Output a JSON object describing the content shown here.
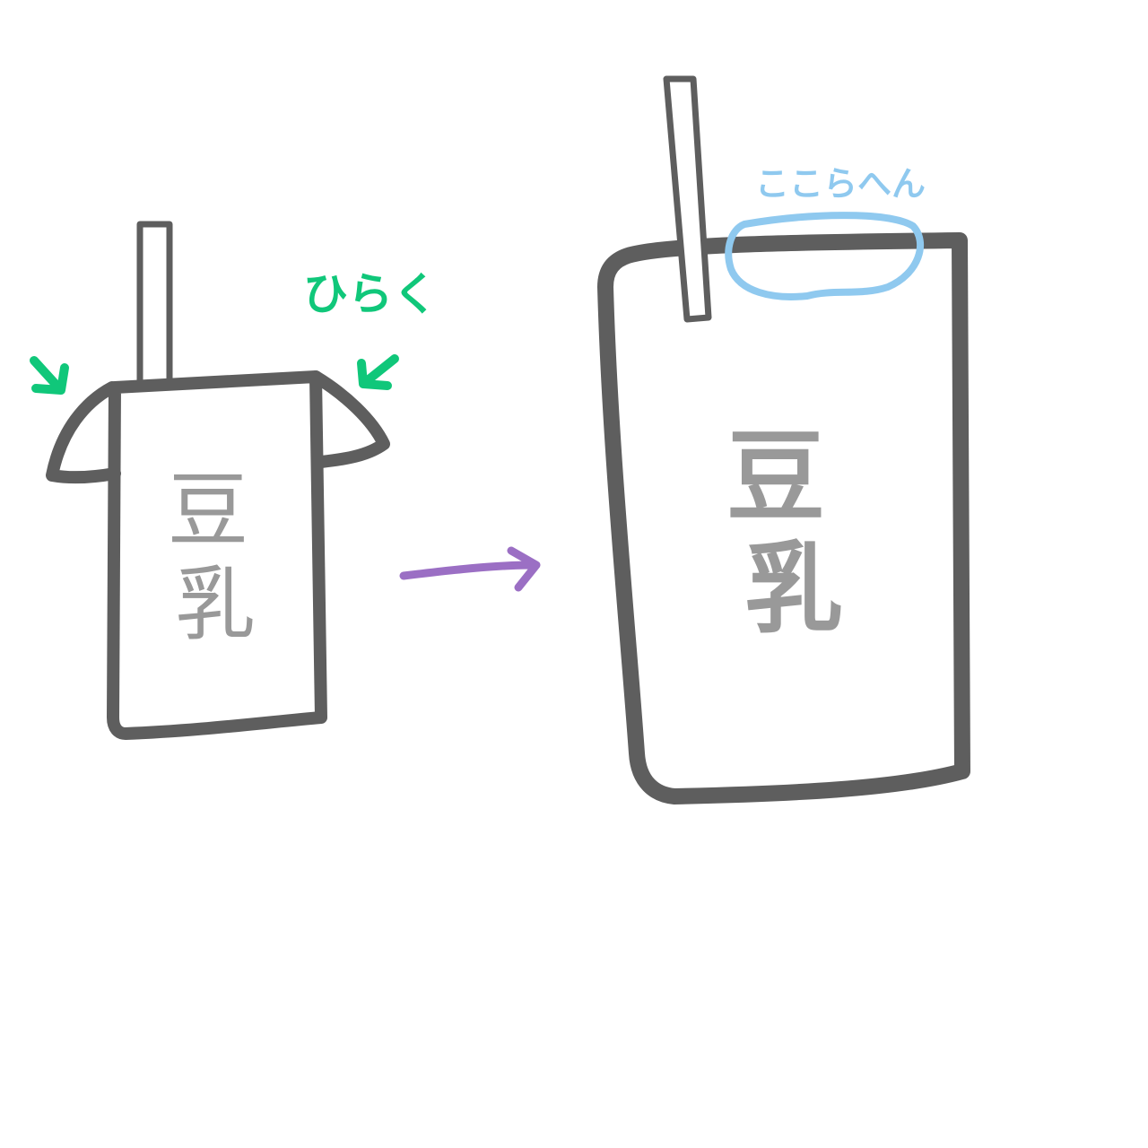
{
  "left_carton": {
    "label_line1": "豆",
    "label_line2": "乳"
  },
  "right_carton": {
    "label_line1": "豆",
    "label_line2": "乳"
  },
  "annotations": {
    "open_note": "ひらく",
    "area_note": "ここらへん"
  },
  "colors": {
    "outline": "#5e5e5e",
    "label": "#999999",
    "open_note": "#10c77a",
    "area_note": "#8fc9ef",
    "arrow": "#9b6fc4"
  }
}
